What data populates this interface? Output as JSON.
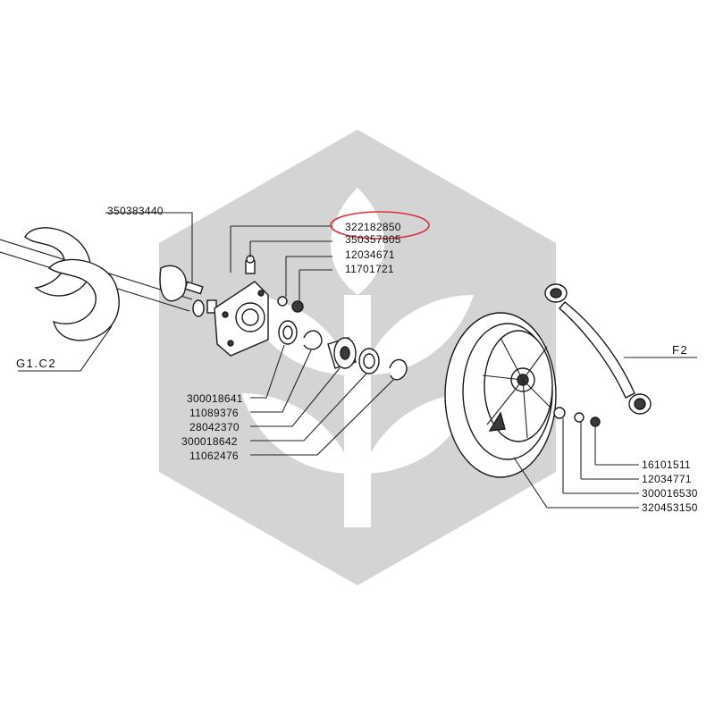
{
  "watermark": {
    "color": "#d4d4d4"
  },
  "highlight": {
    "color": "#d9343a"
  },
  "labels": {
    "p350383440": "350383440",
    "p322182850": "322182850",
    "p350357805": "350357805",
    "p12034671": "12034671",
    "p11701721": "11701721",
    "p300018641": "300018641",
    "p11089376": "11089376",
    "p28042370": "28042370",
    "p300018642": "300018642",
    "p11062476": "11062476",
    "p16101511": "16101511",
    "p12034771": "12034771",
    "p300016530": "300016530",
    "p320453150": "320453150",
    "g1c2": "G1.C2",
    "f2": "F2"
  }
}
